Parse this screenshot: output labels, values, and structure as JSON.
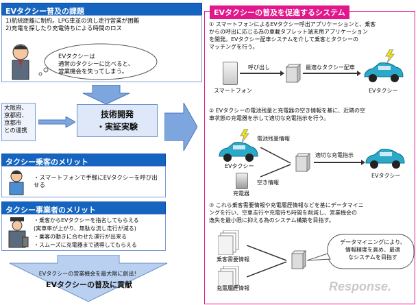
{
  "left": {
    "issues_title": "EVタクシー普及の課題",
    "issues": [
      "1)航続距離に制約。LPG車並の流し走行営業が困難",
      "2)充電を探したり充電待ちによる時間のロス"
    ],
    "speech": [
      "EVタクシーは",
      "通常のタクシーに比べると、",
      "営業機会を失ってしまう。"
    ],
    "cities": [
      "大阪府、",
      "京都府、",
      "京都市",
      "との連携"
    ],
    "tech": [
      "技術開発",
      "・実証実験"
    ],
    "passenger_title": "タクシー乗客のメリット",
    "passenger_items": [
      "・スマートフォンで手軽にEVタクシーを呼び出",
      "  せる"
    ],
    "operator_title": "タクシー事業者のメリット",
    "operator_items": [
      "・乗客からEVタクシーを指名してもらえる",
      "  (実車率が上がり、無駄な流し走行が減る)",
      "・乗客の動きに合わせた運行が出来る",
      "・スムーズに充電器まで誘導してもらえる"
    ],
    "conclusion_line1": "EVタクシーの営業機会を最大限に創出！",
    "conclusion_line2": "EVタクシーの普及に貢献"
  },
  "right": {
    "title": "EVタクシーの普及を促進するシステム",
    "s1": [
      "① スマートフォンによるEVタクシー呼出アプリケーションと、乗客",
      "からの呼出に応じる為の車載タブレット端末用アプリケーション",
      "を開発。EVタクシー配車システムを介して乗客とタクシーの",
      "マッチングを行う。"
    ],
    "s1_labels": {
      "call": "呼び出し",
      "dispatch": "最適なタクシー配車",
      "phone": "スマートフォン",
      "evtaxi": "EVタクシー"
    },
    "s2": [
      "② EVタクシーの電池残量と充電器の空き情報を基に、近隣の空",
      "車状態の充電器を示して適切な充電指示を行う。"
    ],
    "s2_labels": {
      "battery": "電池残量情報",
      "evtaxi": "EVタクシー",
      "vacancy": "空き情報",
      "charger": "充電器",
      "instruction": "適切な充電指示",
      "evtaxi2": "EVタクシー"
    },
    "s3": [
      "③ これら乗客需要情報や充電履歴情報などを基にデータマイニ",
      "ングを行い、空車走行や充電待ち時間を削減し、営業機会の",
      "逸失を最小限に抑える為のシステム構築を目指す。"
    ],
    "s3_labels": {
      "demand": "乗客需要情報",
      "history": "充電履歴情報"
    },
    "s3_bubble": [
      "データマイニングにより、",
      "情報精度を高め、最適",
      "なシステムを目指す"
    ]
  },
  "watermark": "Response."
}
